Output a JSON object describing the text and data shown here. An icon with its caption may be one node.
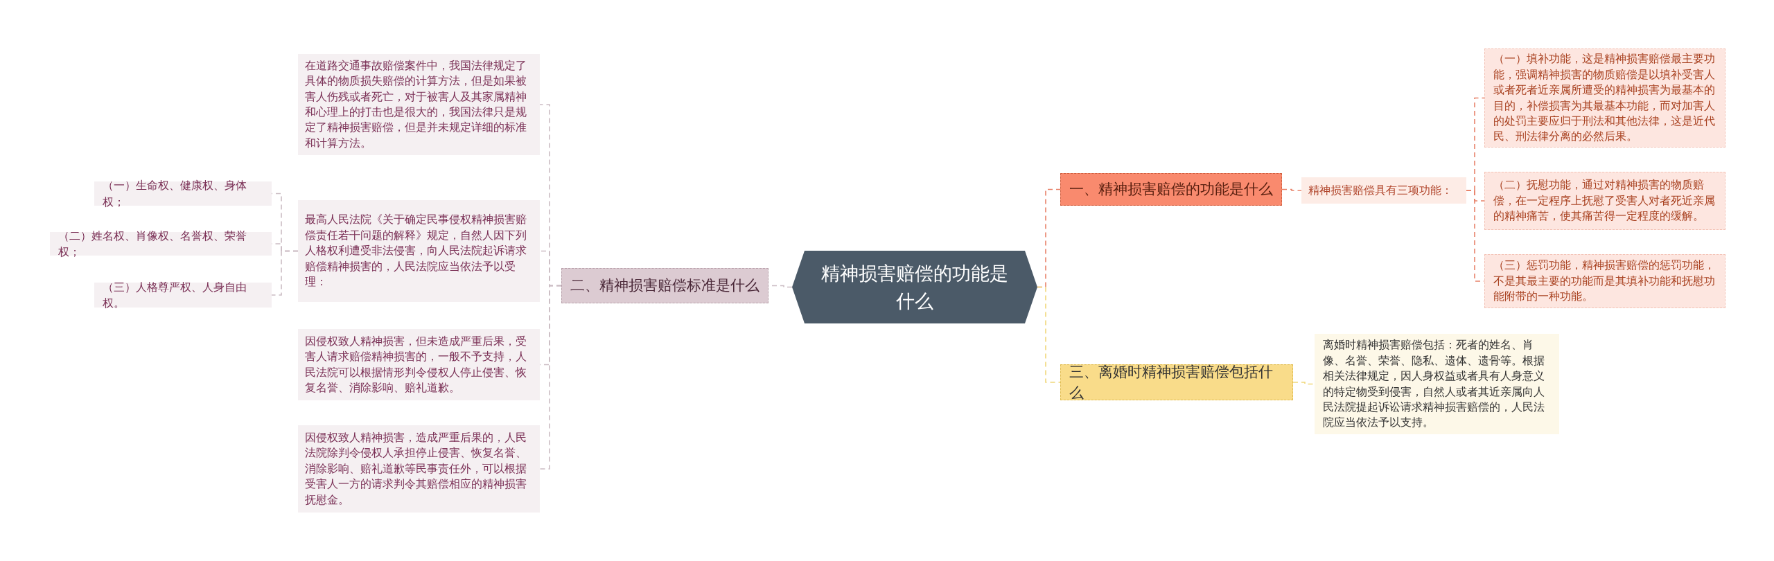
{
  "diagram": {
    "nodes": [
      {
        "text": [
          "精神损害赔偿的功能是什么"
        ]
      },
      {
        "text": [
          "一、精神损害赔偿的功能是什么"
        ]
      },
      {
        "text": [
          "精神损害赔偿具有三项功能："
        ]
      },
      {
        "text": [
          "（一）填补功能，这是精神损害赔偿最主要功能，强调精神损害的物质赔偿是以填补受害人或者死者近亲属所遭受的精神损害为最基本的目的，补偿损害为其最基本功能，而对加害人的处罚主要应归于刑法和其他法律，这是近代民、刑法律分离的必然后果。"
        ]
      },
      {
        "text": [
          "（二）抚慰功能，通过对精神损害的物质赔偿，在一定程序上抚慰了受害人对者死近亲属的精神痛苦，使其痛苦得一定程度的缓解。"
        ]
      },
      {
        "text": [
          "（三）惩罚功能，精神损害赔偿的惩罚功能，不是其最主要的功能而是其填补功能和抚慰功能附带的一种功能。"
        ]
      },
      {
        "text": [
          "三、离婚时精神损害赔偿包括什么"
        ]
      },
      {
        "text": [
          "离婚时精神损害赔偿包括：死者的姓名、肖像、名誉、荣誉、隐私、遗体、遗骨等。根据相关法律规定，因人身权益或者具有人身意义的特定物受到侵害，自然人或者其近亲属向人民法院提起诉讼请求精神损害赔偿的，人民法院应当依法予以支持。"
        ]
      },
      {
        "text": [
          "二、精神损害赔偿标准是什么"
        ]
      },
      {
        "text": [
          "在道路交通事故赔偿案件中，我国法律规定了具体的物质损失赔偿的计算方法，但是如果被害人伤残或者死亡，对于被害人及其家属精神和心理上的打击也是很大的，我国法律只是规定了精神损害赔偿，但是并未规定详细的标准和计算方法。"
        ]
      },
      {
        "text": [
          "最高人民法院《关于确定民事侵权精神损害赔偿责任若干问题的解释》规定，自然人因下列人格权利遭受非法侵害，向人民法院起诉请求赔偿精神损害的，人民法院应当依法予以受理："
        ]
      },
      {
        "text": [
          "因侵权致人精神损害，但未造成严重后果，受害人请求赔偿精神损害的，一般不予支持，人民法院可以根据情形判令侵权人停止侵害、恢复名誉、消除影响、赔礼道歉。"
        ]
      },
      {
        "text": [
          "因侵权致人精神损害，造成严重后果的，人民法院除判令侵权人承担停止侵害、恢复名誉、消除影响、赔礼道歉等民事责任外，可以根据受害人一方的请求判令其赔偿相应的精神损害抚慰金。"
        ]
      },
      {
        "text": [
          "（一）生命权、健康权、身体权；"
        ]
      },
      {
        "text": [
          "（二）姓名权、肖像权、名誉权、荣誉权；"
        ]
      },
      {
        "text": [
          "（三）人格尊严权、人身自由权。"
        ]
      }
    ],
    "edges": [
      {
        "from": 0,
        "to": 1,
        "arrow": "none",
        "style": "dashed",
        "color": "#e8826a"
      },
      {
        "from": 1,
        "to": 2,
        "arrow": "none",
        "style": "dashed",
        "color": "#e8826a"
      },
      {
        "from": 2,
        "to": 3,
        "arrow": "none",
        "style": "dashed",
        "color": "#e8826a"
      },
      {
        "from": 2,
        "to": 4,
        "arrow": "none",
        "style": "dashed",
        "color": "#e8826a"
      },
      {
        "from": 2,
        "to": 5,
        "arrow": "none",
        "style": "dashed",
        "color": "#e8826a"
      },
      {
        "from": 0,
        "to": 6,
        "arrow": "none",
        "style": "dashed",
        "color": "#f0d77a"
      },
      {
        "from": 6,
        "to": 7,
        "arrow": "none",
        "style": "dashed",
        "color": "#f0d77a"
      },
      {
        "from": 0,
        "to": 8,
        "arrow": "none",
        "style": "dashed"
      },
      {
        "from": 8,
        "to": 9,
        "arrow": "none",
        "style": "dashed"
      },
      {
        "from": 8,
        "to": 10,
        "arrow": "none",
        "style": "dashed"
      },
      {
        "from": 8,
        "to": 11,
        "arrow": "none",
        "style": "dashed"
      },
      {
        "from": 8,
        "to": 12,
        "arrow": "none",
        "style": "dashed"
      },
      {
        "from": 10,
        "to": 13,
        "arrow": "none",
        "style": "dashed"
      },
      {
        "from": 10,
        "to": 14,
        "arrow": "none",
        "style": "dashed"
      },
      {
        "from": 10,
        "to": 15,
        "arrow": "none",
        "style": "dashed"
      }
    ]
  }
}
